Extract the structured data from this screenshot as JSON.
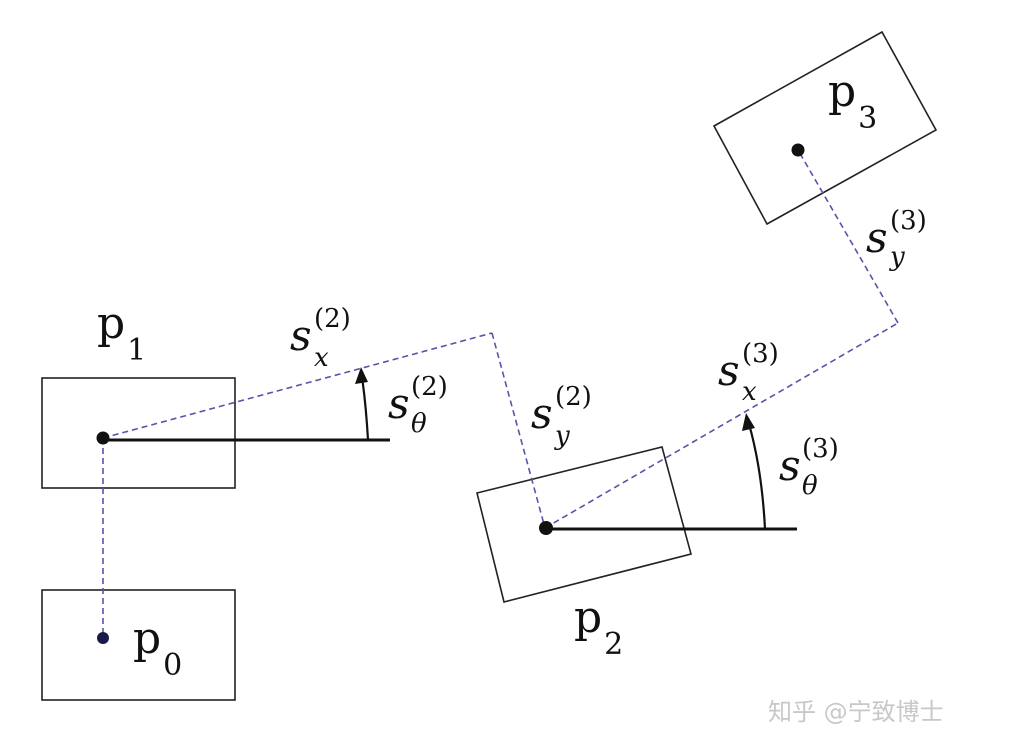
{
  "poses": {
    "p0": {
      "base": "p",
      "sub": "0"
    },
    "p1": {
      "base": "p",
      "sub": "1"
    },
    "p2": {
      "base": "p",
      "sub": "2"
    },
    "p3": {
      "base": "p",
      "sub": "3"
    }
  },
  "params": {
    "sx2": {
      "base": "s",
      "sub": "x",
      "sup": "(2)"
    },
    "sy2": {
      "base": "s",
      "sub": "y",
      "sup": "(2)"
    },
    "st2": {
      "base": "s",
      "sub": "θ",
      "sup": "(2)"
    },
    "sx3": {
      "base": "s",
      "sub": "x",
      "sup": "(3)"
    },
    "sy3": {
      "base": "s",
      "sub": "y",
      "sup": "(3)"
    },
    "st3": {
      "base": "s",
      "sub": "θ",
      "sup": "(3)"
    }
  },
  "watermark": "知乎 @宁致博士",
  "colors": {
    "dashed_line": "#5555aa",
    "box_stroke": "#222222",
    "axis": "#111111"
  }
}
